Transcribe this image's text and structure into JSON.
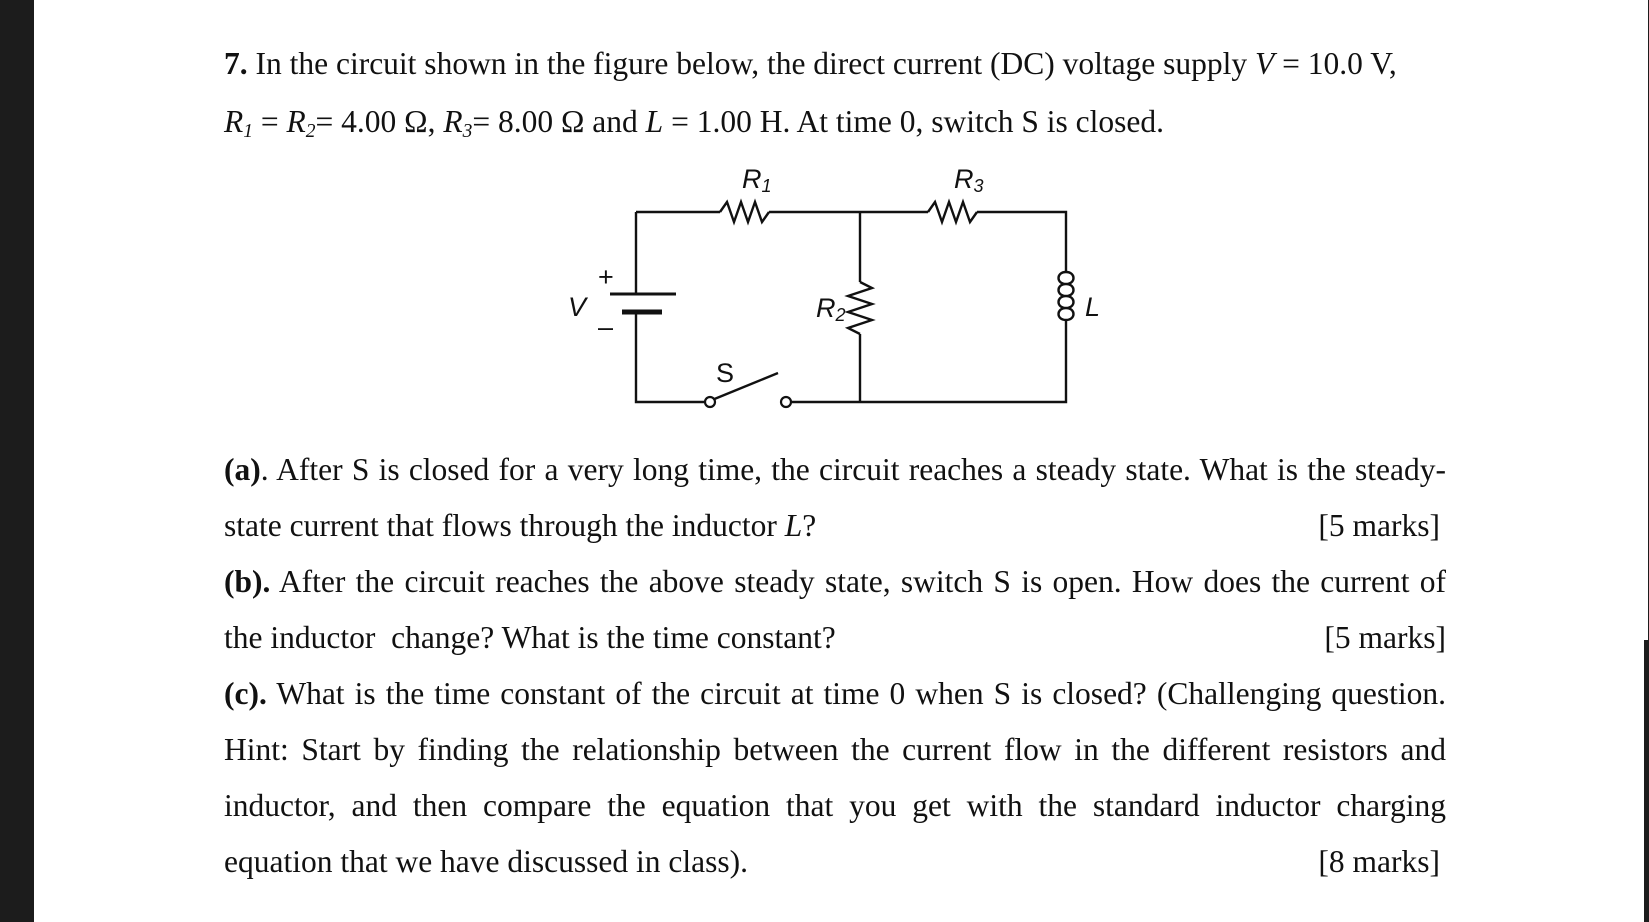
{
  "question": {
    "number": "7.",
    "intro_line1": "In the circuit shown in the figure below, the direct current (DC) voltage supply",
    "v_symbol": "V",
    "v_value": " = 10.0 V,",
    "r1_sym": "R",
    "r1_sub": "1",
    "eq1": " = ",
    "r2_sym": "R",
    "r2_sub": "2",
    "eq2": "= 4.00 Ω, ",
    "r3_sym": "R",
    "r3_sub": "3",
    "eq3": "= 8.00 Ω and ",
    "l_sym": "L",
    "eq4": " = 1.00 H. At time 0, switch S is closed."
  },
  "circuit": {
    "r1_label": "R",
    "r1_label_sub": "1",
    "r3_label": "R",
    "r3_label_sub": "3",
    "r2_label": "R",
    "r2_label_sub": "2",
    "v_label": "V",
    "plus": "+",
    "minus": "–",
    "l_label": "L",
    "s_label": "S"
  },
  "part_a": {
    "tag": "(a)",
    "line1": ". After S is closed for a very long time, the circuit reaches a steady state. What is the steady-",
    "line2_pre": "state current that flows through the inductor ",
    "line2_sym": "L",
    "line2_post": "?",
    "marks": "[5 marks]"
  },
  "part_b": {
    "tag": "(b).",
    "line1": " After the circuit reaches the above steady state, switch S is open. How does the current of",
    "line2": "the inductor  change? What is the time constant?",
    "marks": "[5 marks]"
  },
  "part_c": {
    "tag": "(c).",
    "line1": " What is the time constant of the circuit at time 0 when S is closed? (Challenging question.",
    "line2": "Hint: Start by finding the relationship between the current flow in the different resistors and",
    "line3": "inductor, and then compare the equation that you get with the standard inductor charging",
    "line4": "equation that we have discussed in class).",
    "marks": "[8 marks]"
  }
}
